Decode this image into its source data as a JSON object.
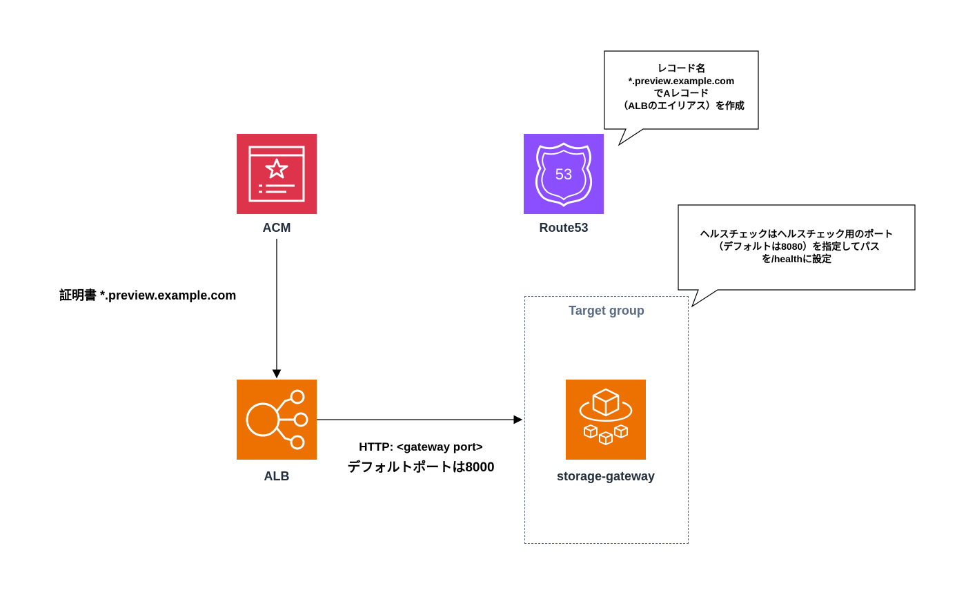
{
  "nodes": {
    "acm": {
      "label": "ACM",
      "color": "#dd344c",
      "icon": "certificate-icon"
    },
    "route53": {
      "label": "Route53",
      "color": "#8c4fff",
      "icon": "route53-shield-icon",
      "shield_text": "53"
    },
    "alb": {
      "label": "ALB",
      "color": "#ed7100",
      "icon": "load-balancer-icon"
    },
    "storage_gateway": {
      "label": "storage-gateway",
      "color": "#ed7100",
      "icon": "storage-gateway-icon"
    }
  },
  "group": {
    "title": "Target group"
  },
  "edges": {
    "acm_to_alb": {
      "label": "証明書 *.preview.example.com"
    },
    "alb_to_target": {
      "label_line1": "HTTP: <gateway port>",
      "label_line2": "デフォルトポートは8000"
    }
  },
  "callouts": {
    "route53_note": {
      "lines": [
        "レコード名",
        "*.preview.example.com",
        "でAレコード",
        "（ALBのエイリアス）を作成"
      ]
    },
    "healthcheck_note": {
      "lines": [
        "ヘルスチェックはヘルスチェック用のポート",
        "（デフォルトは8080）を指定してパス",
        "を/healthに設定"
      ]
    }
  }
}
